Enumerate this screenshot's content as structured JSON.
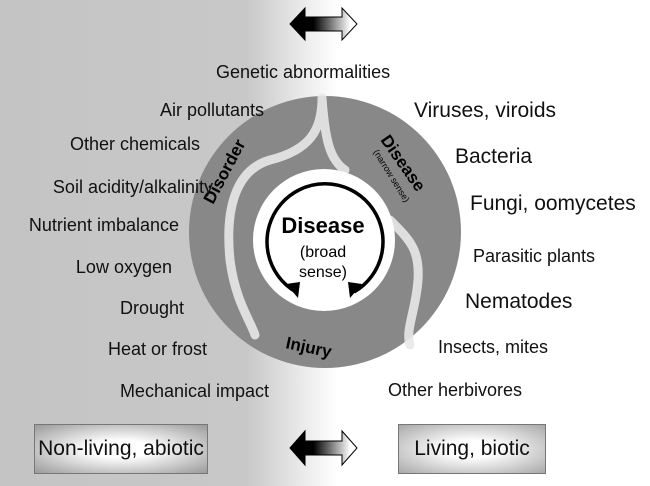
{
  "top_label": "Genetic abnormalities",
  "abiotic_causes": [
    "Air pollutants",
    "Other chemicals",
    "Soil acidity/alkalinity",
    "Nutrient imbalance",
    "Low oxygen",
    "Drought",
    "Heat or frost",
    "Mechanical impact"
  ],
  "biotic_causes": [
    "Viruses, viroids",
    "Bacteria",
    "Fungi, oomycetes",
    "Parasitic plants",
    "Nematodes",
    "Insects, mites",
    "Other herbivores"
  ],
  "ring": {
    "disorder": "Disorder",
    "disease_narrow": "Disease",
    "disease_narrow_note": "(narrow sense)",
    "injury": "Injury"
  },
  "center": {
    "title": "Disease",
    "line1": "(broad",
    "line2": "sense)"
  },
  "bottom": {
    "abiotic": "Non-living, abiotic",
    "biotic": "Living, biotic"
  }
}
